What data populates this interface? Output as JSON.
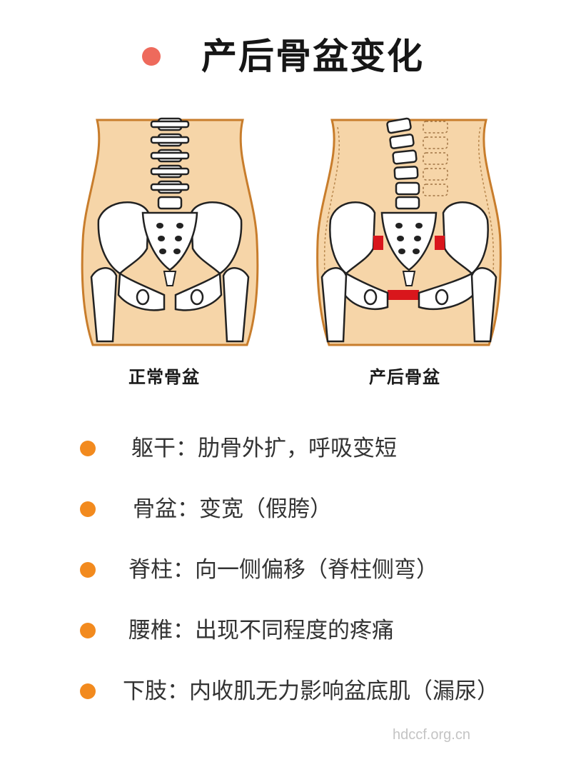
{
  "title": "产后骨盆变化",
  "colors": {
    "title_dot": "#ee6a5c",
    "bullet": "#f28a1e",
    "skin": "#f6d5a8",
    "skin_outline": "#c87d2c",
    "bone": "#ffffff",
    "bone_outline": "#222222",
    "gap_highlight": "#d9161c"
  },
  "figures": [
    {
      "caption": "正常骨盆",
      "variant": "normal",
      "icon": "normal-pelvis-illustration"
    },
    {
      "caption": "产后骨盆",
      "variant": "postpartum",
      "icon": "postpartum-pelvis-illustration"
    }
  ],
  "items": [
    {
      "text": "躯干：肋骨外扩，呼吸变短"
    },
    {
      "text": "骨盆：变宽（假胯）"
    },
    {
      "text": "脊柱：向一侧偏移（脊柱侧弯）"
    },
    {
      "text": "腰椎：出现不同程度的疼痛"
    },
    {
      "text": "下肢：内收肌无力影响盆底肌（漏尿）"
    }
  ],
  "watermark": "hdccf.org.cn"
}
